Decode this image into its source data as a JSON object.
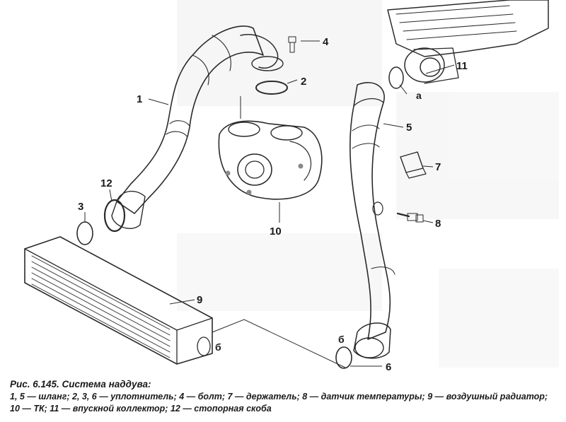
{
  "labels": {
    "l1": "1",
    "l2": "2",
    "l3": "3",
    "l4": "4",
    "l5": "5",
    "l6": "6",
    "l7": "7",
    "l8": "8",
    "l9": "9",
    "l10": "10",
    "l11": "11",
    "l12": "12",
    "la": "а",
    "lb1": "б",
    "lb2": "б"
  },
  "caption": {
    "title": "Рис. 6.145. Система наддува:",
    "legend_line1": "1, 5 — шланг; 2, 3, 6 — уплотнитель; 4 — болт; 7 — держатель; 8 — датчик температуры; 9 — воздушный радиатор;",
    "legend_line2": "10 — ТК; 11 — впускной коллектор; 12 — стопорная скоба"
  },
  "colors": {
    "ink": "#2a2a2a",
    "part_fill": "#d9d9d9",
    "part_shade": "#b8b8b8",
    "background": "#ffffff"
  }
}
